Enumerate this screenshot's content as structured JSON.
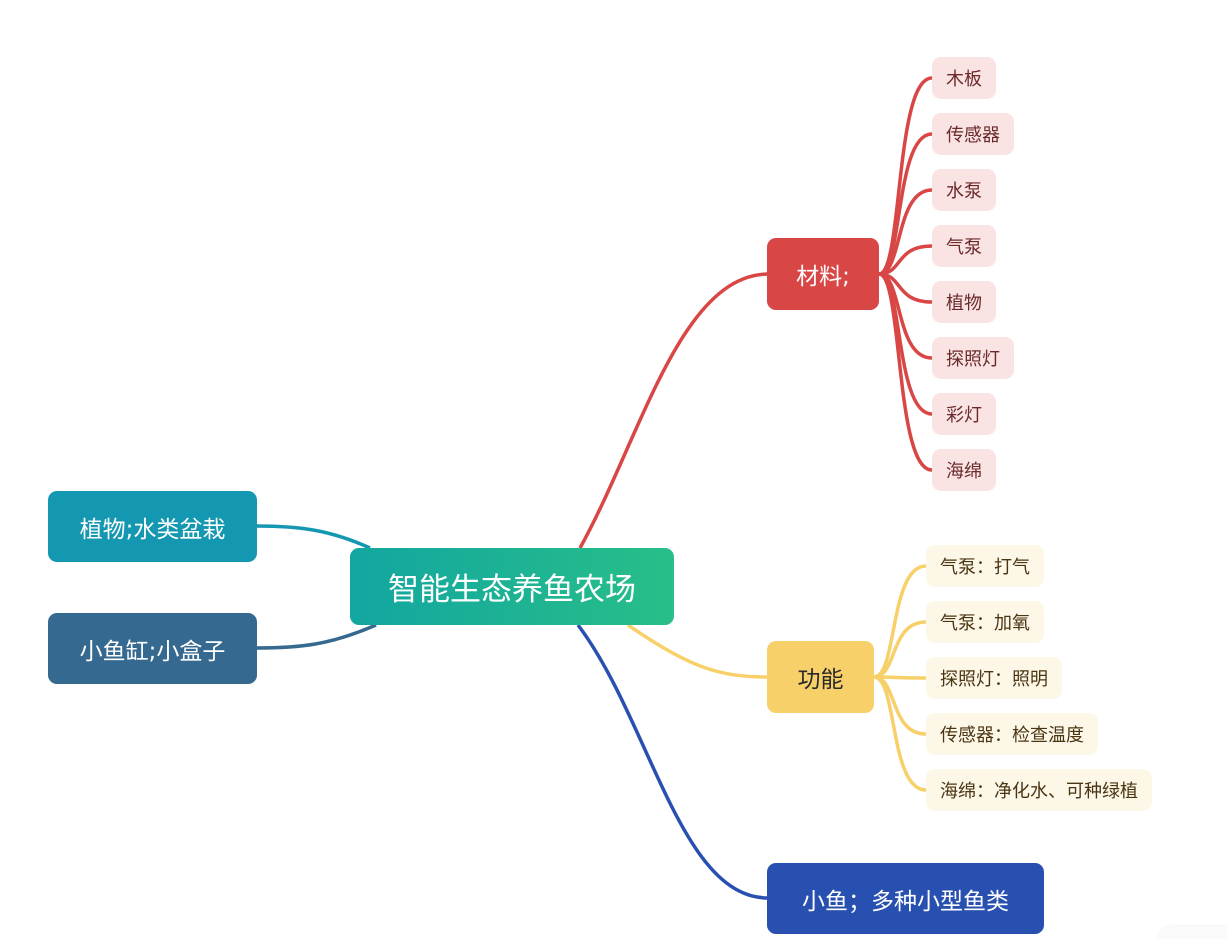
{
  "mindmap": {
    "root": {
      "label": "智能生态养鱼农场",
      "gradient": [
        "#12a6a0",
        "#28bf88"
      ]
    },
    "branches": [
      {
        "id": "materials",
        "label": "材料;",
        "color": "#d94646",
        "leaf_bg": "#fae3e3",
        "children": [
          "木板",
          "传感器",
          "水泵",
          "气泵",
          "植物",
          "探照灯",
          "彩灯",
          "海绵"
        ]
      },
      {
        "id": "functions",
        "label": "功能",
        "color": "#f7d069",
        "leaf_bg": "#fdf7e8",
        "children": [
          "气泵：打气",
          "气泵：加氧",
          "探照灯：照明",
          "传感器：检查温度",
          "海绵：净化水、可种绿植"
        ]
      },
      {
        "id": "fish",
        "label": "小鱼；多种小型鱼类",
        "color": "#2850b0",
        "children": []
      },
      {
        "id": "plants",
        "label": "植物;水类盆栽",
        "color": "#1497b0",
        "children": []
      },
      {
        "id": "tank",
        "label": "小鱼缸;小盒子",
        "color": "#35698f",
        "children": []
      }
    ]
  }
}
